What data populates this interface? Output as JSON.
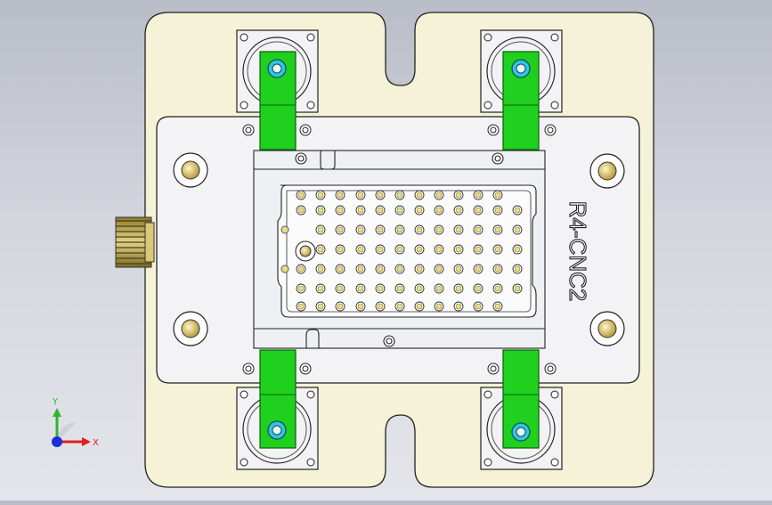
{
  "viewport": {
    "part_label": "R4-CNC2"
  },
  "triad": {
    "x_label": "X",
    "y_label": "Y",
    "x_color": "#e0201b",
    "y_color": "#2fb52f",
    "z_color": "#1b2fd8"
  },
  "colors": {
    "base_plate": "#f6f2d8",
    "fixture_plate": "#f3f3f5",
    "clamp_green": "#1fd01f",
    "bolt_cyan": "#33c4e0",
    "gold_pin": "#c9a646"
  }
}
